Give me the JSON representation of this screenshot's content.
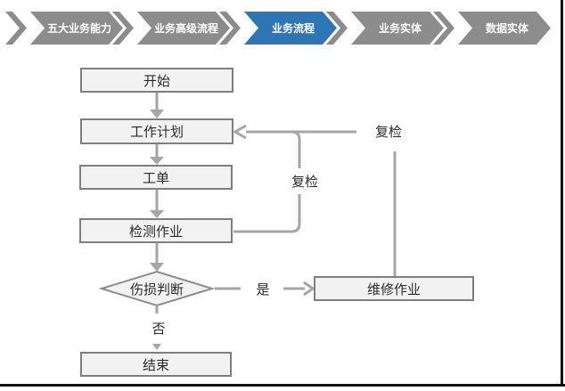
{
  "nav": {
    "items": [
      {
        "label": "五大业务能力",
        "active": false
      },
      {
        "label": "业务高级流程",
        "active": false
      },
      {
        "label": "业务流程",
        "active": true
      },
      {
        "label": "业务实体",
        "active": false
      },
      {
        "label": "数据实体",
        "active": false
      }
    ]
  },
  "flowchart": {
    "nodes": [
      {
        "id": "start",
        "label": "开始",
        "type": "process"
      },
      {
        "id": "work-plan",
        "label": "工作计划",
        "type": "process"
      },
      {
        "id": "work-order",
        "label": "工单",
        "type": "process"
      },
      {
        "id": "inspection-job",
        "label": "检测作业",
        "type": "process"
      },
      {
        "id": "damage-judgment",
        "label": "伤损判断",
        "type": "decision"
      },
      {
        "id": "repair-job",
        "label": "维修作业",
        "type": "process"
      },
      {
        "id": "end",
        "label": "结束",
        "type": "process"
      }
    ],
    "edge_labels": {
      "recheck_inner": "复检",
      "recheck_outer": "复检",
      "yes": "是",
      "no": "否"
    }
  },
  "colors": {
    "nav_active": "#2E75B6",
    "nav_inactive": "#8C8C8C",
    "box_fill": "#F2F2F2",
    "box_border": "#7F7F7F",
    "connector": "#A6A6A6",
    "slide_border": "#121212"
  }
}
